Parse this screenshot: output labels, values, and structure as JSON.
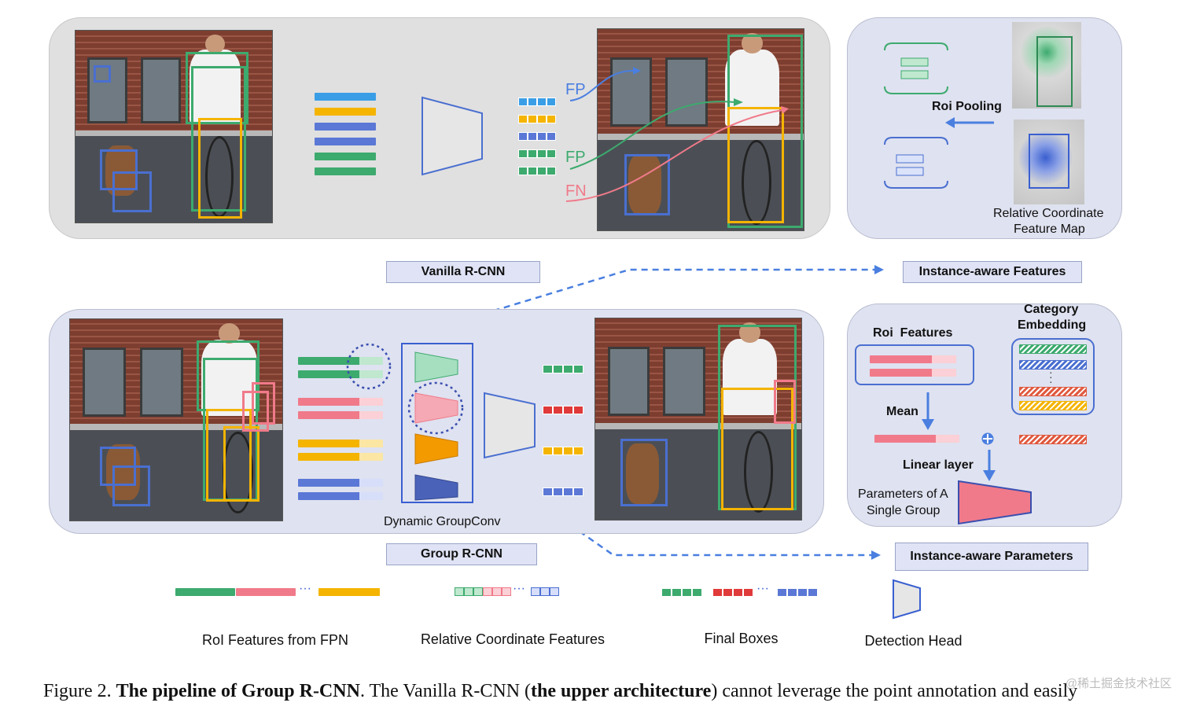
{
  "top": {
    "fp_label_1": "FP",
    "fp_label_2": "FP",
    "fn_label": "FN",
    "roi_pooling": "Roi Pooling",
    "rel_coord_map_line1": "Relative Coordinate",
    "rel_coord_map_line2": "Feature Map"
  },
  "labels": {
    "vanilla": "Vanilla R-CNN",
    "instance_features": "Instance-aware Features",
    "group": "Group R-CNN",
    "instance_params": "Instance-aware Parameters"
  },
  "bottom": {
    "dynamic_groupconv": "Dynamic GroupConv",
    "roi_features": "Roi  Features",
    "category_embedding_line1": "Category",
    "category_embedding_line2": "Embedding",
    "mean": "Mean",
    "linear_layer": "Linear layer",
    "params_line1": "Parameters of A",
    "params_line2": "Single Group"
  },
  "legend": {
    "roi_fpn": "RoI Features from FPN",
    "rel_coord": "Relative Coordinate Features",
    "final_boxes": "Final Boxes",
    "detection_head": "Detection Head"
  },
  "caption": {
    "prefix": "Figure 2. ",
    "bold1": "The pipeline of Group R-CNN",
    "mid": ". The Vanilla R-CNN (",
    "bold2": "the upper architecture",
    "rest": ") cannot leverage the point annotation and easily"
  },
  "watermark": "@稀土掘金技术社区",
  "colors": {
    "green": "#3daa6e",
    "blue": "#4a6fd0",
    "yellow": "#f4b400",
    "pink": "#f07a8a",
    "red": "#e03a3a",
    "lightblue": "#3a9ee6",
    "dash": "#4a7fe0"
  }
}
